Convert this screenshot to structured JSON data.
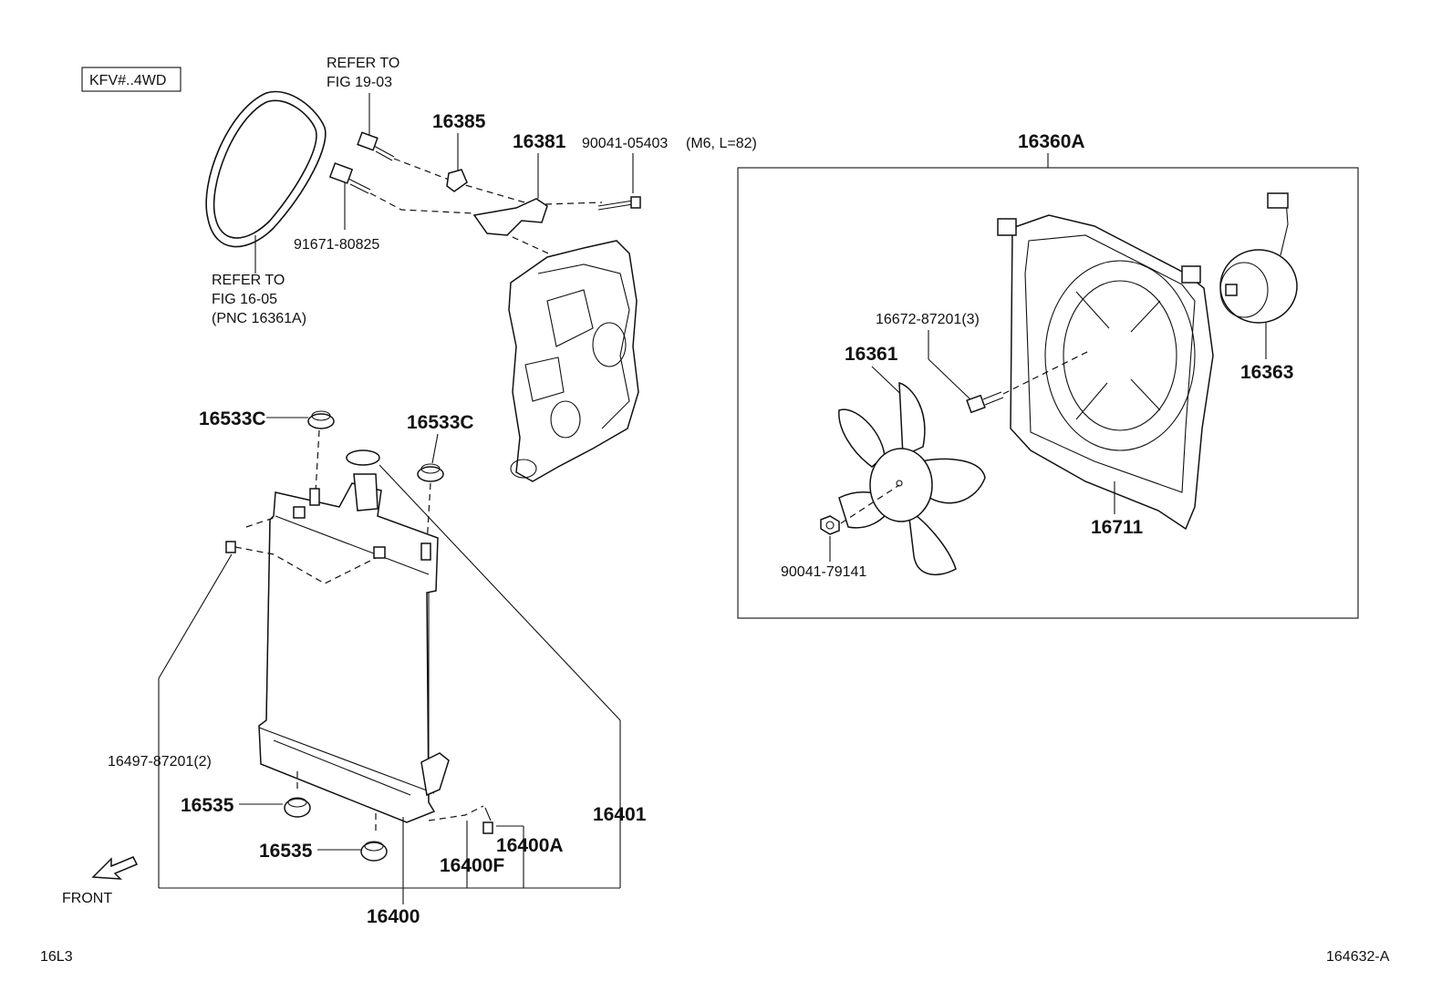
{
  "model_tag": "KFV#..4WD",
  "refer_fig_19": [
    "REFER TO",
    "FIG 19-03"
  ],
  "refer_fig_16": [
    "REFER TO",
    "FIG 16-05",
    "(PNC 16361A)"
  ],
  "parts": {
    "p16385": "16385",
    "p16381": "16381",
    "p90041_05403": "90041-05403",
    "p90041_05403_spec": "(M6, L=82)",
    "p91671": "91671-80825",
    "p16360A": "16360A",
    "p16672": "16672-87201(3)",
    "p16361": "16361",
    "p16363": "16363",
    "p16711": "16711",
    "p90041_79141": "90041-79141",
    "p16533C_left": "16533C",
    "p16533C_right": "16533C",
    "p16497": "16497-87201(2)",
    "p16535_a": "16535",
    "p16535_b": "16535",
    "p16400A": "16400A",
    "p16400F": "16400F",
    "p16401": "16401",
    "p16400": "16400"
  },
  "front_label": "FRONT",
  "footer_left": "16L3",
  "footer_right": "164632-A"
}
